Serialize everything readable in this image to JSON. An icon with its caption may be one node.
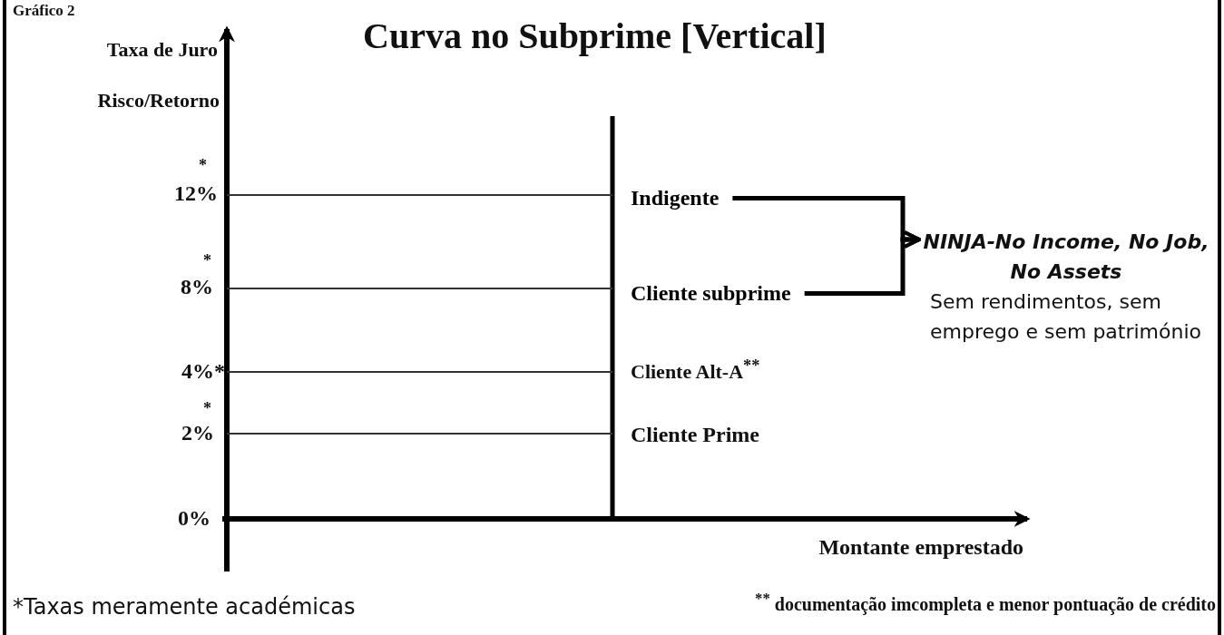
{
  "diagram": {
    "title": "Curva no Subprime [Vertical]",
    "nodes": [
      {
        "text": [
          "Indigente"
        ]
      },
      {
        "text": [
          "Cliente subprime"
        ]
      },
      {
        "text": [
          "NINJA-No Income, No Job, No Assets",
          "Sem rendimentos, sem emprego e sem património"
        ]
      }
    ],
    "edges": [
      {
        "from": 0,
        "to": 2,
        "arrow": "to"
      },
      {
        "from": 1,
        "to": 2,
        "arrow": "to"
      }
    ],
    "labels": [
      "Gráfico 2",
      "Taxa de Juro",
      "Risco/Retorno",
      "*",
      "12%",
      "*",
      "8%",
      "4%*",
      "*",
      "2%",
      "0%",
      "Cliente Alt-A$^{**}$",
      "Cliente Prime",
      "Montante emprestado",
      "*Taxas meramente académicas",
      "$^{**}$ documentação imcompleta e menor pontuação de crédito"
    ]
  }
}
